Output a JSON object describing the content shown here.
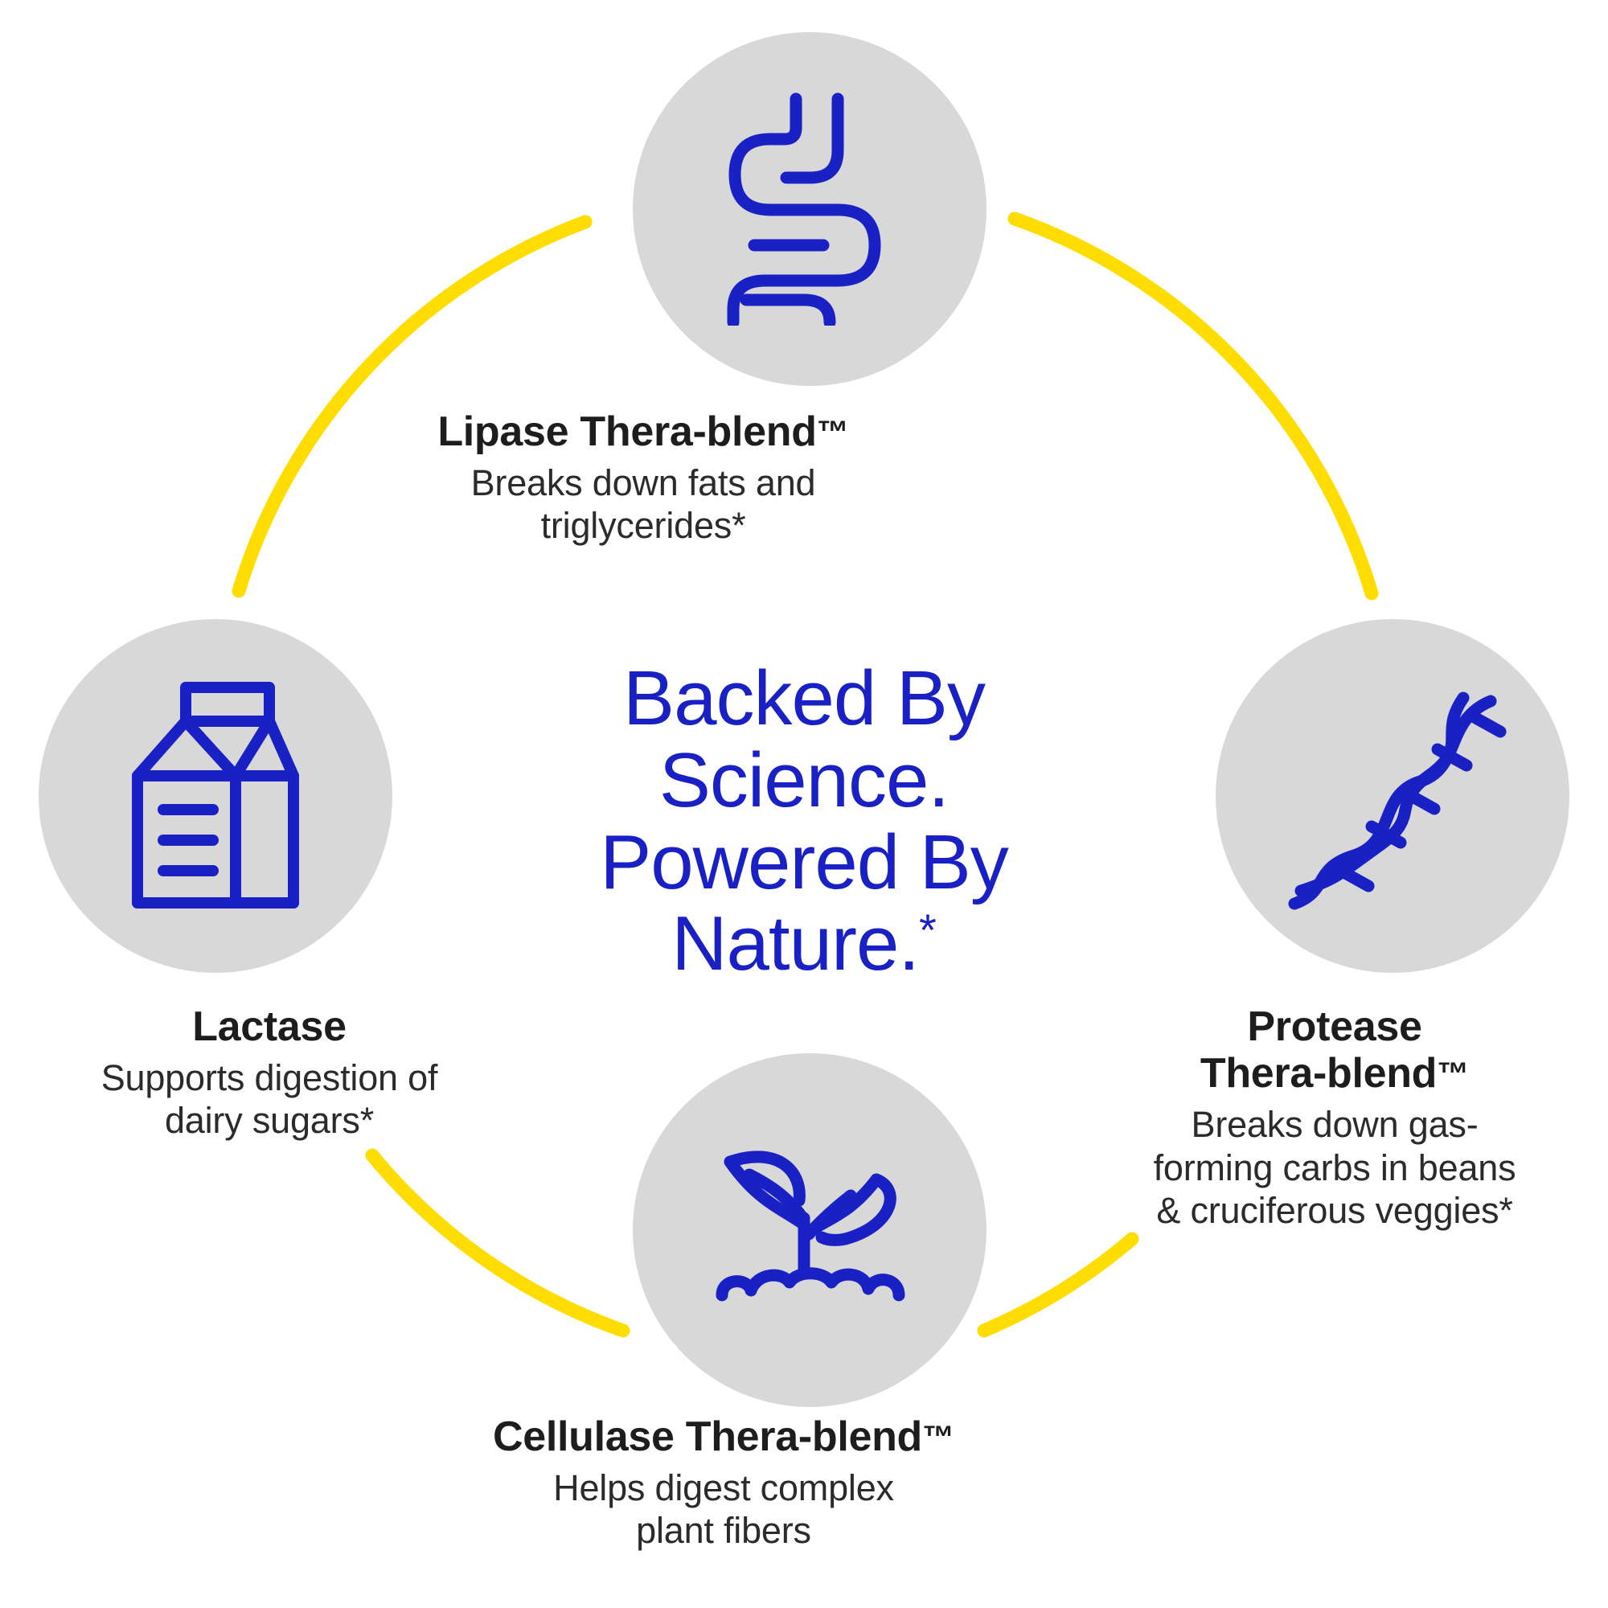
{
  "theme": {
    "background": "#ffffff",
    "badge_fill": "#d8d8d8",
    "icon_stroke": "#1a21c4",
    "arc_color": "#FFDD00",
    "headline_color": "#1a21c4",
    "title_color": "#1d1d1d",
    "body_color": "#2b2b2b"
  },
  "center": {
    "line1": "Backed By",
    "line2": "Science.",
    "line3": "Powered By",
    "line4": "Nature.",
    "superscript": "*"
  },
  "nodes": {
    "top": {
      "icon": "intestine-icon",
      "title": "Lipase Thera-blend",
      "tm": "™",
      "desc_line1": "Breaks down fats and",
      "desc_line2": "triglycerides*"
    },
    "right": {
      "icon": "dna-helix-icon",
      "title_line1": "Protease",
      "title_line2": "Thera-blend",
      "tm": "™",
      "desc_line1": "Breaks down gas-",
      "desc_line2": "forming carbs in beans",
      "desc_line3": "& cruciferous veggies*"
    },
    "bottom": {
      "icon": "sprout-icon",
      "title": "Cellulase Thera-blend",
      "tm": "™",
      "desc_line1": "Helps digest complex",
      "desc_line2": "plant fibers"
    },
    "left": {
      "icon": "milk-carton-icon",
      "title": "Lactase",
      "desc_line1": "Supports digestion of",
      "desc_line2": "dairy sugars*"
    }
  }
}
